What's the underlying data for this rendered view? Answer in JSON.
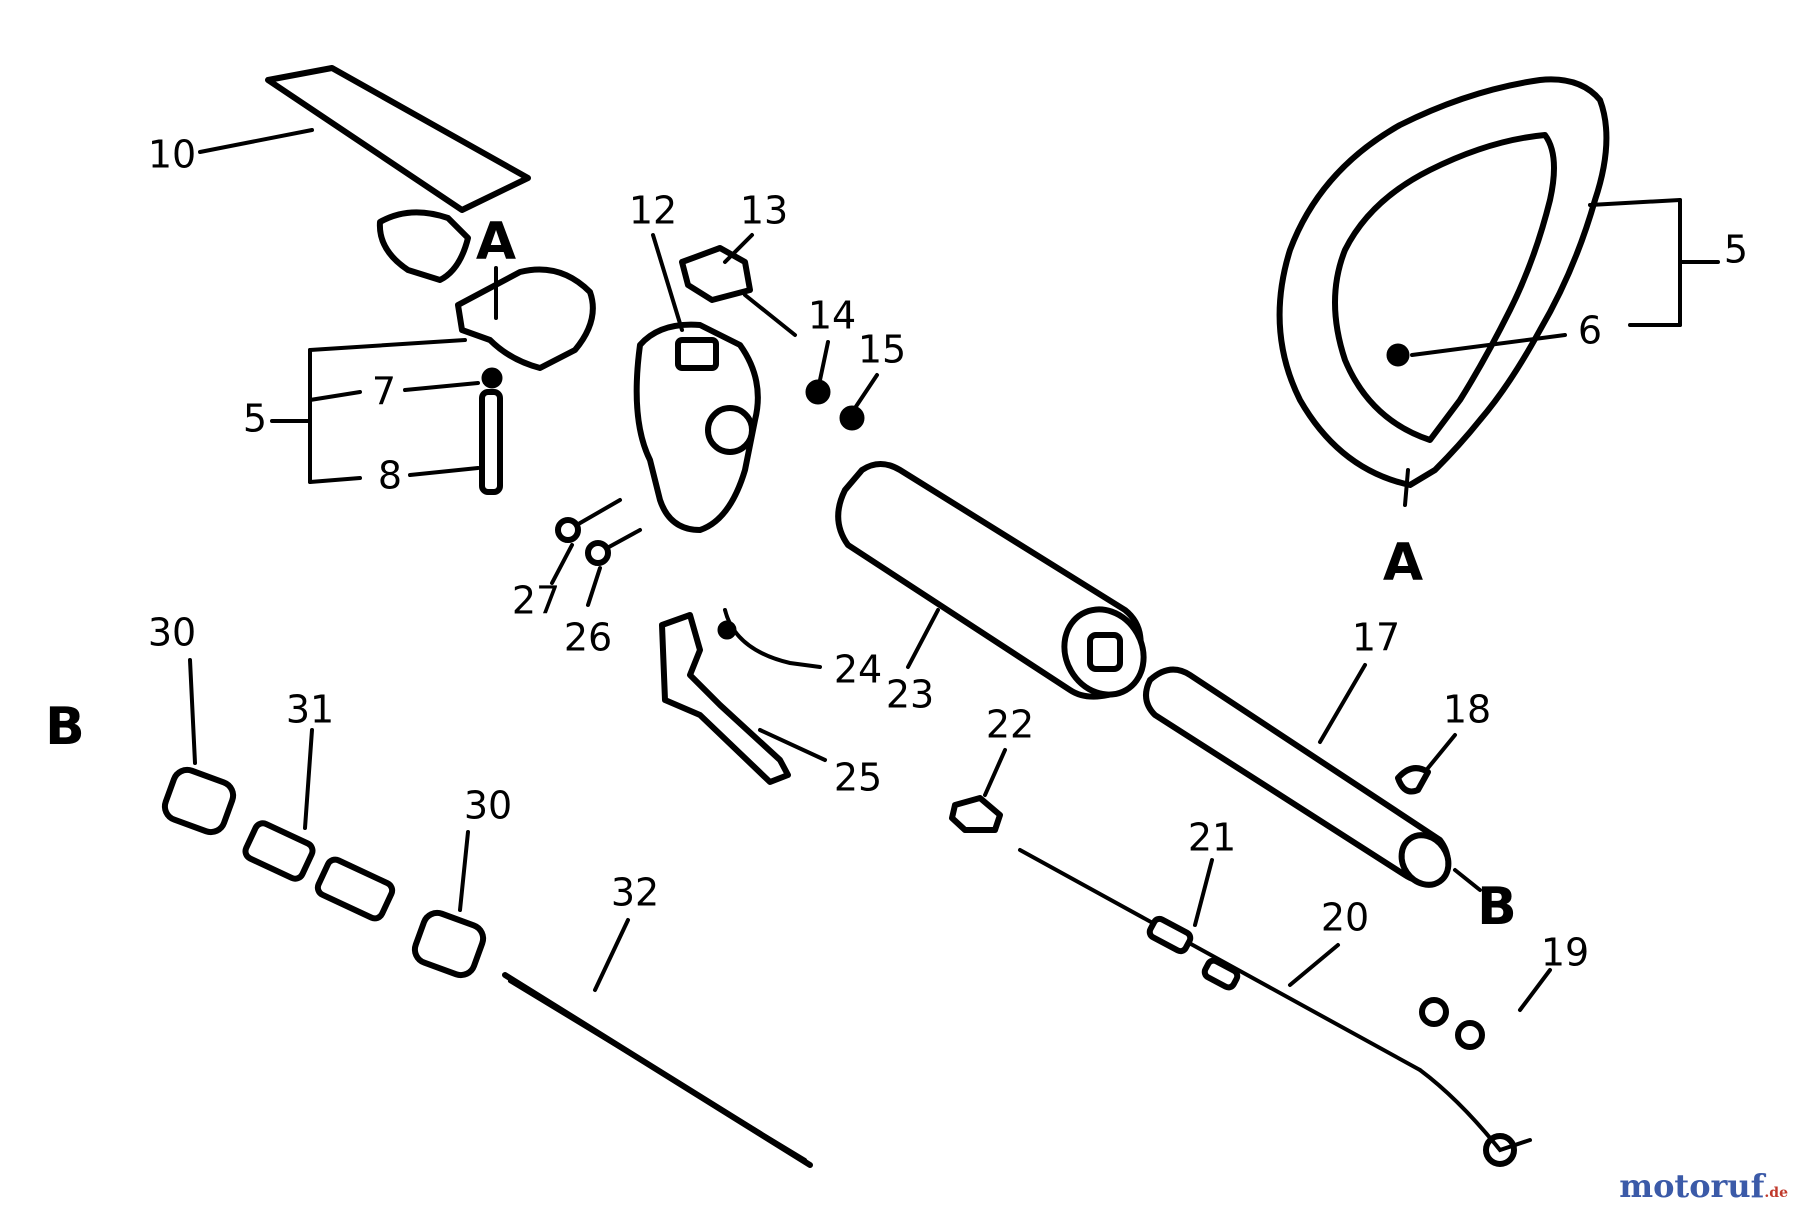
{
  "callouts": [
    "10",
    "12",
    "13",
    "14",
    "15",
    "5",
    "7",
    "8",
    "27",
    "26",
    "30",
    "31",
    "30",
    "32",
    "24",
    "23",
    "25",
    "22",
    "17",
    "18",
    "21",
    "20",
    "19",
    "5",
    "6"
  ],
  "refs": [
    "A",
    "A",
    "B",
    "B"
  ],
  "watermark": {
    "text": "motoruf",
    "tld": ".de"
  }
}
